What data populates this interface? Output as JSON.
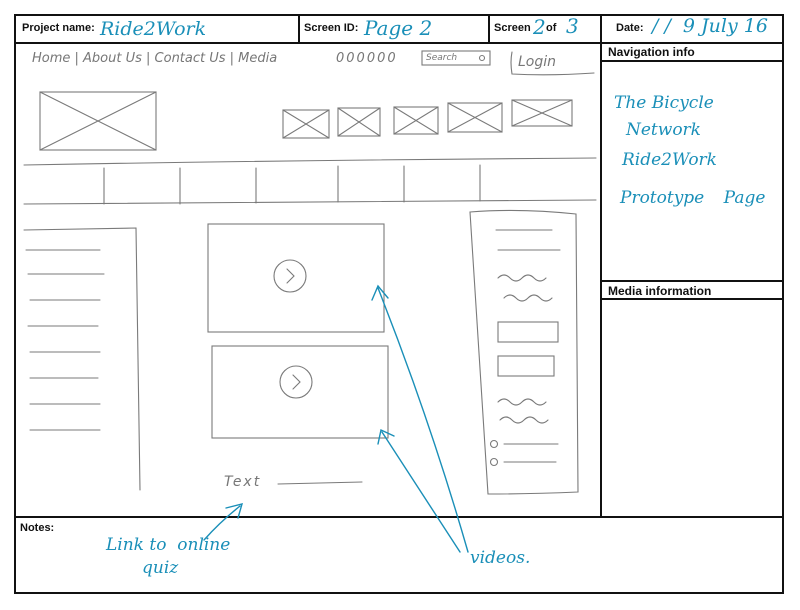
{
  "header": {
    "project_label": "Project name:",
    "project_value": "Ride2Work",
    "screen_id_label": "Screen ID:",
    "screen_id_value": "Page 2",
    "screen_label": "Screen",
    "screen_num": "2",
    "screen_of": "of",
    "screen_total": "3",
    "date_label": "Date:",
    "date_value": "/ /  9 July 16"
  },
  "side": {
    "nav_title": "Navigation info",
    "nav_lines": [
      "The Bicycle",
      "Network",
      "Ride2Work",
      "Prototype Page"
    ],
    "media_title": "Media information"
  },
  "sketch": {
    "nav_menu": "Home | About Us | Contact Us | Media",
    "counter": "000000",
    "search_label": "Search",
    "login_label": "Login",
    "text_label": "Text",
    "videos_label": "videos."
  },
  "notes": {
    "title": "Notes:",
    "link_line1": "Link to  online",
    "link_line2": "quiz"
  },
  "colors": {
    "ink": "#111111",
    "annotation": "#1a8fb8",
    "pencil": "#777777"
  }
}
